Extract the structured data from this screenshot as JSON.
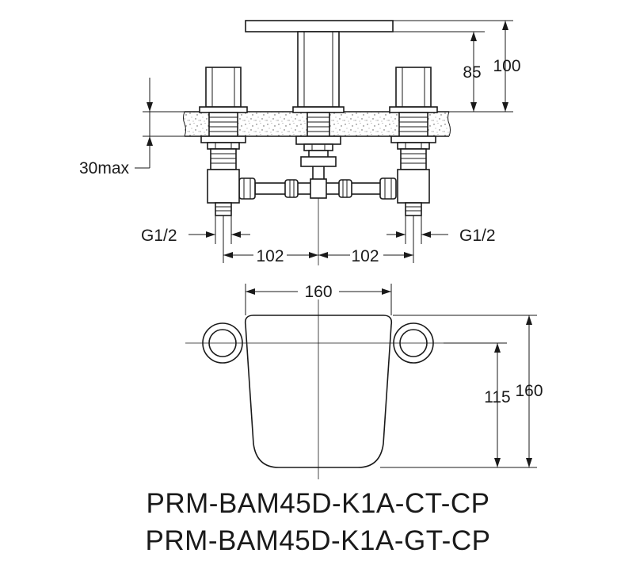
{
  "dimensions": {
    "spout_height": "85",
    "total_height": "100",
    "deck_thickness_max": "30max",
    "thread_left": "G1/2",
    "thread_right": "G1/2",
    "spacing_left": "102",
    "spacing_right": "102",
    "top_width": "160",
    "plan_depth": "160",
    "plan_depth_inner": "115"
  },
  "product_codes": [
    "PRM-BAM45D-K1A-CT-CP",
    "PRM-BAM45D-K1A-GT-CP"
  ]
}
